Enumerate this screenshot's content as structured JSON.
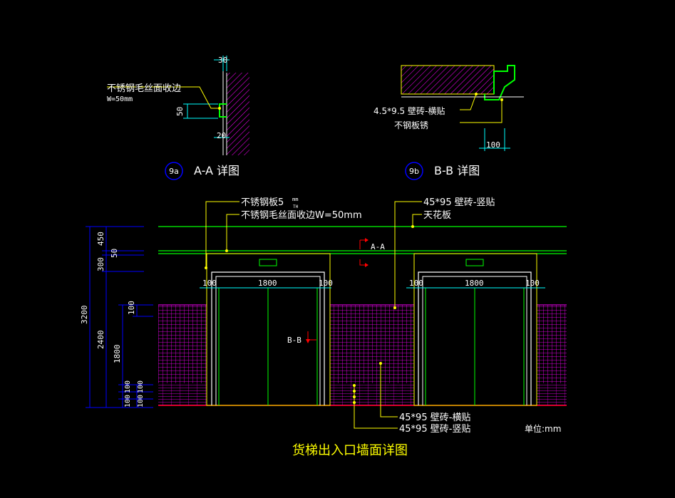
{
  "detail_a": {
    "badge": "9a",
    "title": "A-A 详图",
    "dim_top": "30",
    "dim_mid": "50",
    "dim_bottom": "20",
    "label_line1": "不锈钢毛丝面收边",
    "label_line2": "W=50mm"
  },
  "detail_b": {
    "badge": "9b",
    "title": "B-B 详图",
    "dim_bottom": "100",
    "label_tile": "4.5*9.5 壁砖-横贴",
    "label_steel": "不钢板锈"
  },
  "elevation": {
    "label_steel_plate": "不锈钢板5",
    "label_steel_plate_sup": "mm",
    "label_steel_plate_sub": "TH",
    "label_edge": "不锈钢毛丝面收边W=50mm",
    "label_tile_vertical_top": "45*95 壁砖-竖贴",
    "label_ceiling": "天花板",
    "label_tile_horizontal": "45*95 壁砖-横贴",
    "label_tile_vertical_bottom": "45*95 壁砖-竖贴",
    "section_a": "A-A",
    "section_b": "B-B",
    "unit": "单位:mm",
    "door_dims": [
      "100",
      "1800",
      "100"
    ],
    "left_dims": {
      "d450": "450",
      "d50": "50",
      "d300": "300",
      "d3200": "3200",
      "d2400": "2400",
      "d1800": "1800",
      "d100a": "100",
      "d100b": "100",
      "d100c": "100",
      "d100d": "100",
      "d100e": "100"
    }
  },
  "caption": "货梯出入口墙面详图",
  "colors": {
    "background": "#000000",
    "line_white": "#ffffff",
    "line_green": "#00ff00",
    "line_yellow": "#ffff00",
    "hatch_magenta": "#ff00ff",
    "dim_cyan": "#00ffff",
    "dim_blue": "#0000ff",
    "section_red": "#ff0000",
    "caption_yellow": "#ffff00"
  }
}
